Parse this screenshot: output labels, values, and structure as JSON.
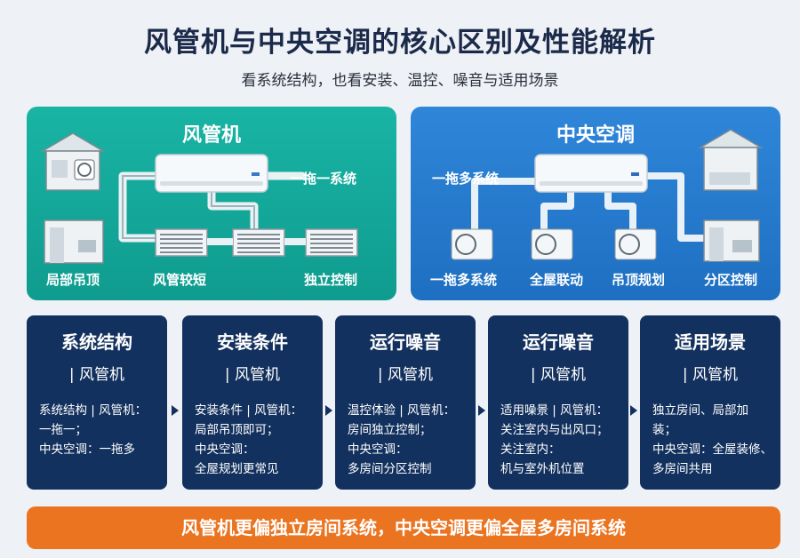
{
  "title": "风管机与中央空调的核心区别及性能解析",
  "subtitle": "看系统结构，也看安装、温控、噪音与适用场景",
  "left_panel": {
    "title": "风管机",
    "tag": "一拖一系统",
    "labels": [
      "局部吊顶",
      "风管较短",
      "独立控制"
    ],
    "color": "#14ab9c"
  },
  "right_panel": {
    "title": "中央空调",
    "tag": "一拖多系统",
    "labels": [
      "一拖多系统",
      "全屋联动",
      "吊顶规划",
      "分区控制"
    ],
    "color": "#2a7fd2"
  },
  "cards": [
    {
      "title": "系统结构",
      "sub": "| 风管机",
      "lines": [
        "系统结构 | 风管机：",
        "一拖一；",
        "中央空调：一拖多"
      ]
    },
    {
      "title": "安装条件",
      "sub": "| 风管机",
      "lines": [
        "安装条件 | 风管机：",
        "局部吊顶即可；",
        "中央空调：",
        "全屋规划更常见"
      ]
    },
    {
      "title": "运行噪音",
      "sub": "| 风管机",
      "lines": [
        "温控体验 | 风管机：",
        "房间独立控制；",
        "中央空调：",
        "多房间分区控制"
      ]
    },
    {
      "title": "运行噪音",
      "sub": "| 风管机",
      "lines": [
        "适用噪景 | 风管机：",
        "关注室内与出风口；",
        "关注室内：",
        "机与室外机位置"
      ]
    },
    {
      "title": "适用场景",
      "sub": "| 风管机",
      "lines": [
        "独立房间、局部加",
        "装；",
        "中央空调：全屋装修、",
        "多房间共用"
      ]
    }
  ],
  "footer": "风管机更偏独立房间系统，中央空调更偏全屋多房间系统",
  "colors": {
    "card": "#13315e",
    "footer": "#ea7420",
    "title": "#1b2a4a"
  }
}
